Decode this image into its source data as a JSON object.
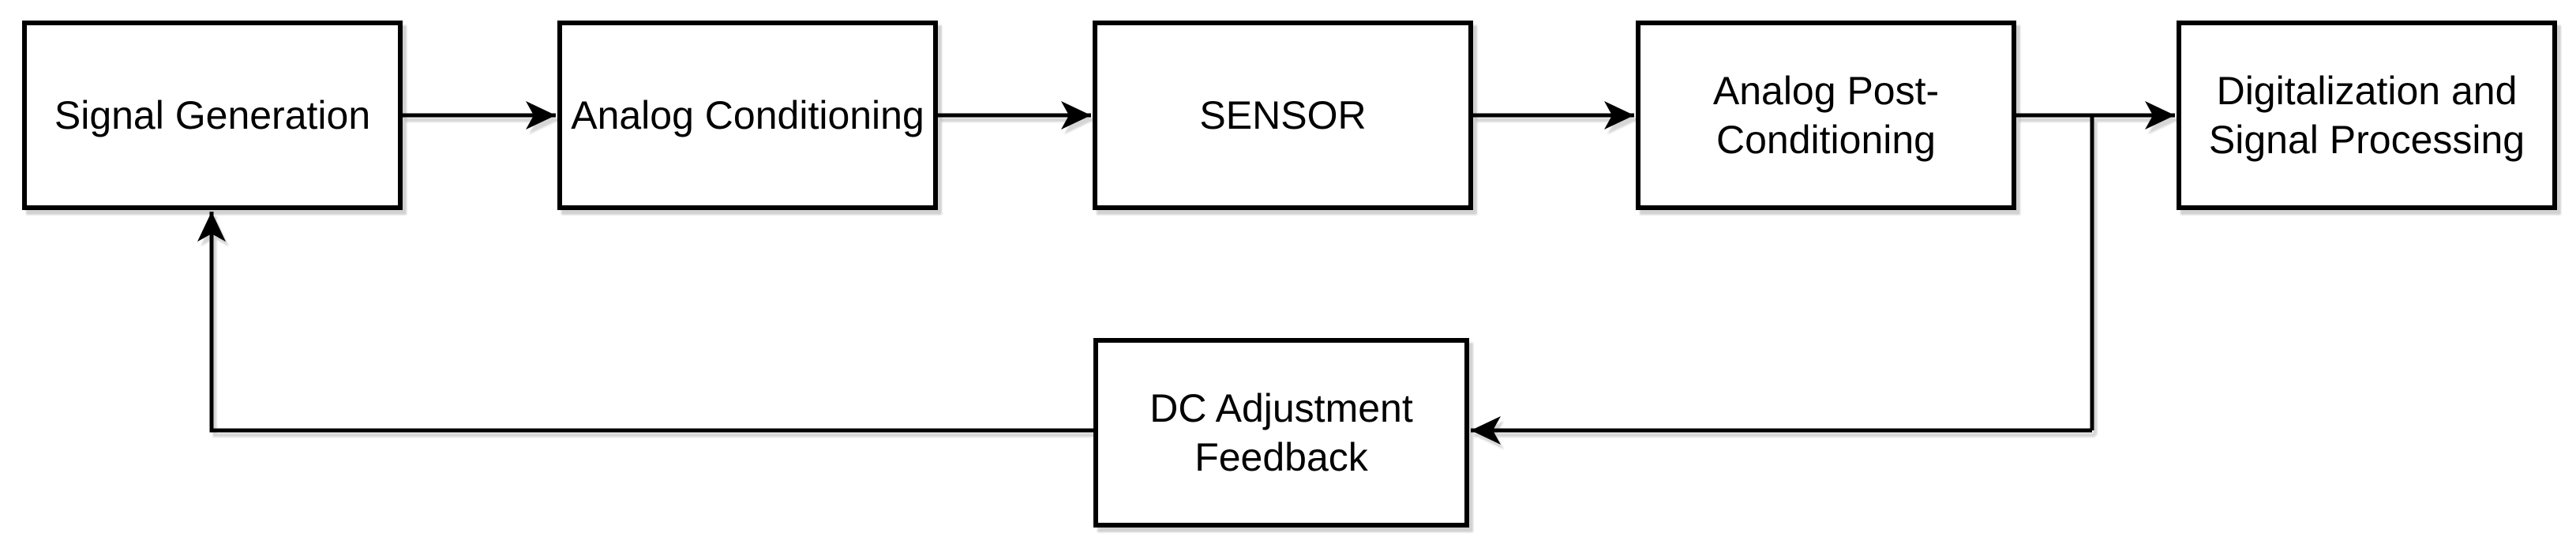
{
  "diagram": {
    "type": "flowchart",
    "colors": {
      "background": "#ffffff",
      "box_fill": "#ffffff",
      "stroke": "#000000",
      "text": "#000000",
      "shadow": "rgba(0,0,0,0.18)"
    },
    "boxes": {
      "signal_generation": {
        "label": "Signal Generation"
      },
      "analog_conditioning": {
        "label": "Analog Conditioning"
      },
      "sensor": {
        "label": "SENSOR"
      },
      "analog_post_conditioning": {
        "label": "Analog Post-\nConditioning"
      },
      "digitalization": {
        "label": "Digitalization and\nSignal Processing"
      },
      "dc_feedback": {
        "label": "DC Adjustment\nFeedback"
      }
    },
    "connections": [
      {
        "from": "Signal Generation",
        "to": "Analog Conditioning",
        "style": "arrow-right"
      },
      {
        "from": "Analog Conditioning",
        "to": "SENSOR",
        "style": "arrow-right"
      },
      {
        "from": "SENSOR",
        "to": "Analog Post-Conditioning",
        "style": "arrow-right"
      },
      {
        "from": "Analog Post-Conditioning",
        "to": "Digitalization and Signal Processing",
        "style": "arrow-right"
      },
      {
        "from": "Analog Post-Conditioning / Digitalization connector branch",
        "to": "DC Adjustment Feedback",
        "style": "down-then-left-arrow"
      },
      {
        "from": "DC Adjustment Feedback",
        "to": "Signal Generation",
        "style": "left-then-up-arrow"
      }
    ]
  }
}
